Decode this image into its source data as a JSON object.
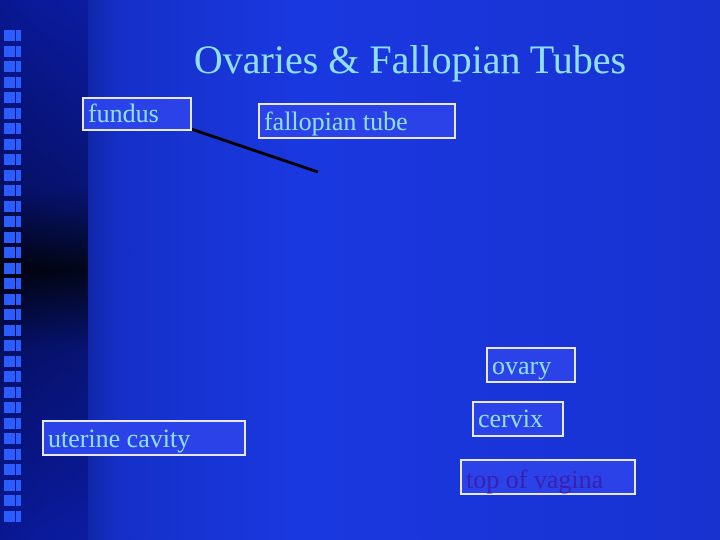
{
  "slide": {
    "title": "Ovaries & Fallopian Tubes",
    "labels": {
      "fundus": "fundus",
      "fallopian_tube": "fallopian tube",
      "ovary": "ovary",
      "uterine_cavity": "uterine cavity",
      "cervix": "cervix",
      "top_of_vagina": "top of vagina"
    }
  },
  "colors": {
    "background": "#1a38e0",
    "title_text": "#8fe0ff",
    "label_text": "#8fe0ff",
    "label_text_dark": "#3b1fb0",
    "label_border": "#e8e8e8",
    "leader_line": "#000000",
    "bullet_squares": "#2a5cff"
  }
}
